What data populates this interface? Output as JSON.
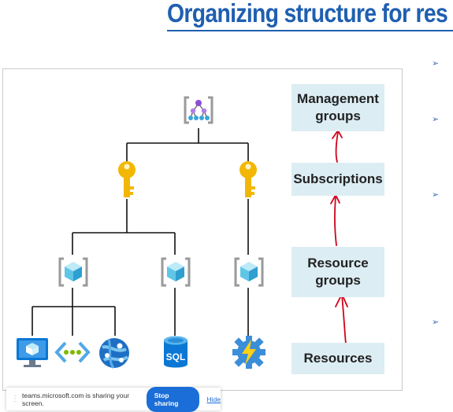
{
  "slide": {
    "title": "Organizing structure for res"
  },
  "levels": {
    "management_groups": "Management groups",
    "subscriptions": "Subscriptions",
    "resource_groups": "Resource groups",
    "resources": "Resources"
  },
  "bullet_glyph": "➢",
  "resource_icons": [
    "virtual-machine-icon",
    "virtual-network-icon",
    "web-app-icon",
    "sql-database-icon",
    "function-app-icon"
  ],
  "sql_label": "SQL",
  "share_bar": {
    "message": "teams.microsoft.com is sharing your screen.",
    "stop_label": "Stop sharing",
    "hide_label": "Hide"
  },
  "colors": {
    "title": "#1f5fb0",
    "box_fill": "#dcedf3",
    "arrow": "#d0021b",
    "key": "#f2b705",
    "cube": "#5fc6e8",
    "button": "#1b6ed8"
  }
}
